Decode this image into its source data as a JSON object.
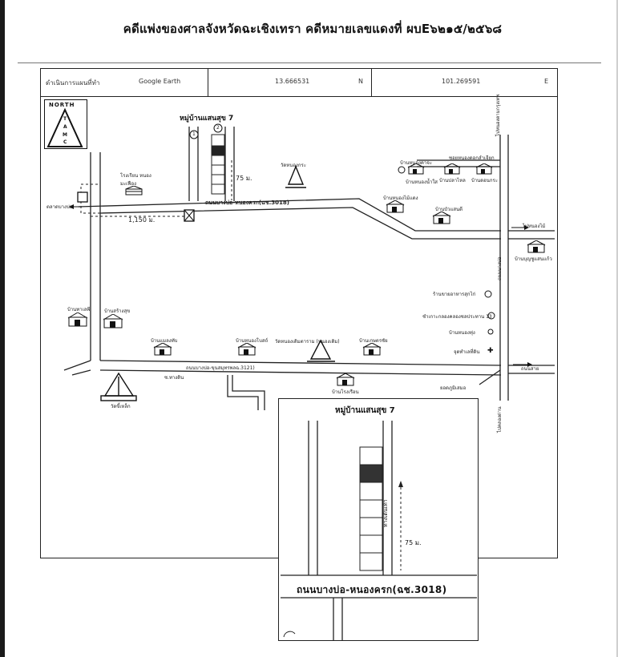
{
  "document": {
    "title": "คดีแพ่งของศาลจังหวัดฉะเชิงเทรา  คดีหมายเลขแดงที่  ผบE๖๒๑๕/๒๕๖๘"
  },
  "header": {
    "source": "ดำเนินการแผนที่ทำ",
    "app": "Google Earth",
    "lat": "13.666531",
    "lat_dir": "N",
    "lon": "101.269591",
    "lon_dir": "E"
  },
  "north": {
    "label": "NORTH",
    "letters": [
      "T",
      "A",
      "M",
      "C"
    ]
  },
  "map": {
    "village": "หมู่บ้านแสนสุข 7",
    "plot_marker_1": "1",
    "plot_marker_2": "2",
    "dist_75": "75 ม.",
    "dist_1150": "1,150 ม.",
    "road_main": "ถนนบางบ่อ-หนองครก(ฉช.3018)",
    "road_south": "ถนนบางบ่อ-ขุนสมุทรพลฉ.3121)",
    "temple_north": "วัดหนองกระ",
    "temple_south": "วัดขี้เหล็ก",
    "temple_mid": "วัดหนองเดิมตาราม (หนองเดิม)",
    "factory": "โรงเรียน หนองมะเฟือง",
    "left_arrow_label": "ตลาดบางบ่อ",
    "right_top_road": "ไปหนองตามกรุงเทพ",
    "right_top_label": "ซอยหนองดอกลำเจียก",
    "right_mid_road": "ถนนบางบ่อ",
    "right_mid_label": "ไปหนองไม้",
    "right_bottom_road": "ไปคลองด่าน",
    "houses": [
      "บ้านหนองคาจะ",
      "บ้านปลาไหล",
      "บ้านดอนกระ",
      "บ้านหนองน้ำใส",
      "บ้านหนองไม้แดง",
      "บ้านบัวแสนดี",
      "บ้านบุญชูแสนแก้ว",
      "บ้านทาเลพี",
      "บ้านสร้างสุข",
      "บ้านแมลงทับ",
      "บ้านหนองโบสถ์",
      "บ้านเกษตรชัย",
      "บ้านโรงเรือน"
    ],
    "legend_1": "ร้านขายอาหารสุกไก่",
    "legend_2": "ชำเกาะกลองคลองชลประทาน 13",
    "legend_3": "บ้านหนองทุ่ง",
    "legend_4": "จุดทำเลที่ดิน",
    "bottom_right_label": "ยอดภูมิเสมอ",
    "bottom_right_tag": "ถนนสาย",
    "bottom_center_tag": "ซ.ทางดิน"
  },
  "inset": {
    "title": "หมู่บ้านแสนสุข 7",
    "road": "ถนนบางบ่อ-หนองครก(ฉช.3018)",
    "dist": "75 ม.",
    "rot_label": "ทางเดินเท้า"
  }
}
